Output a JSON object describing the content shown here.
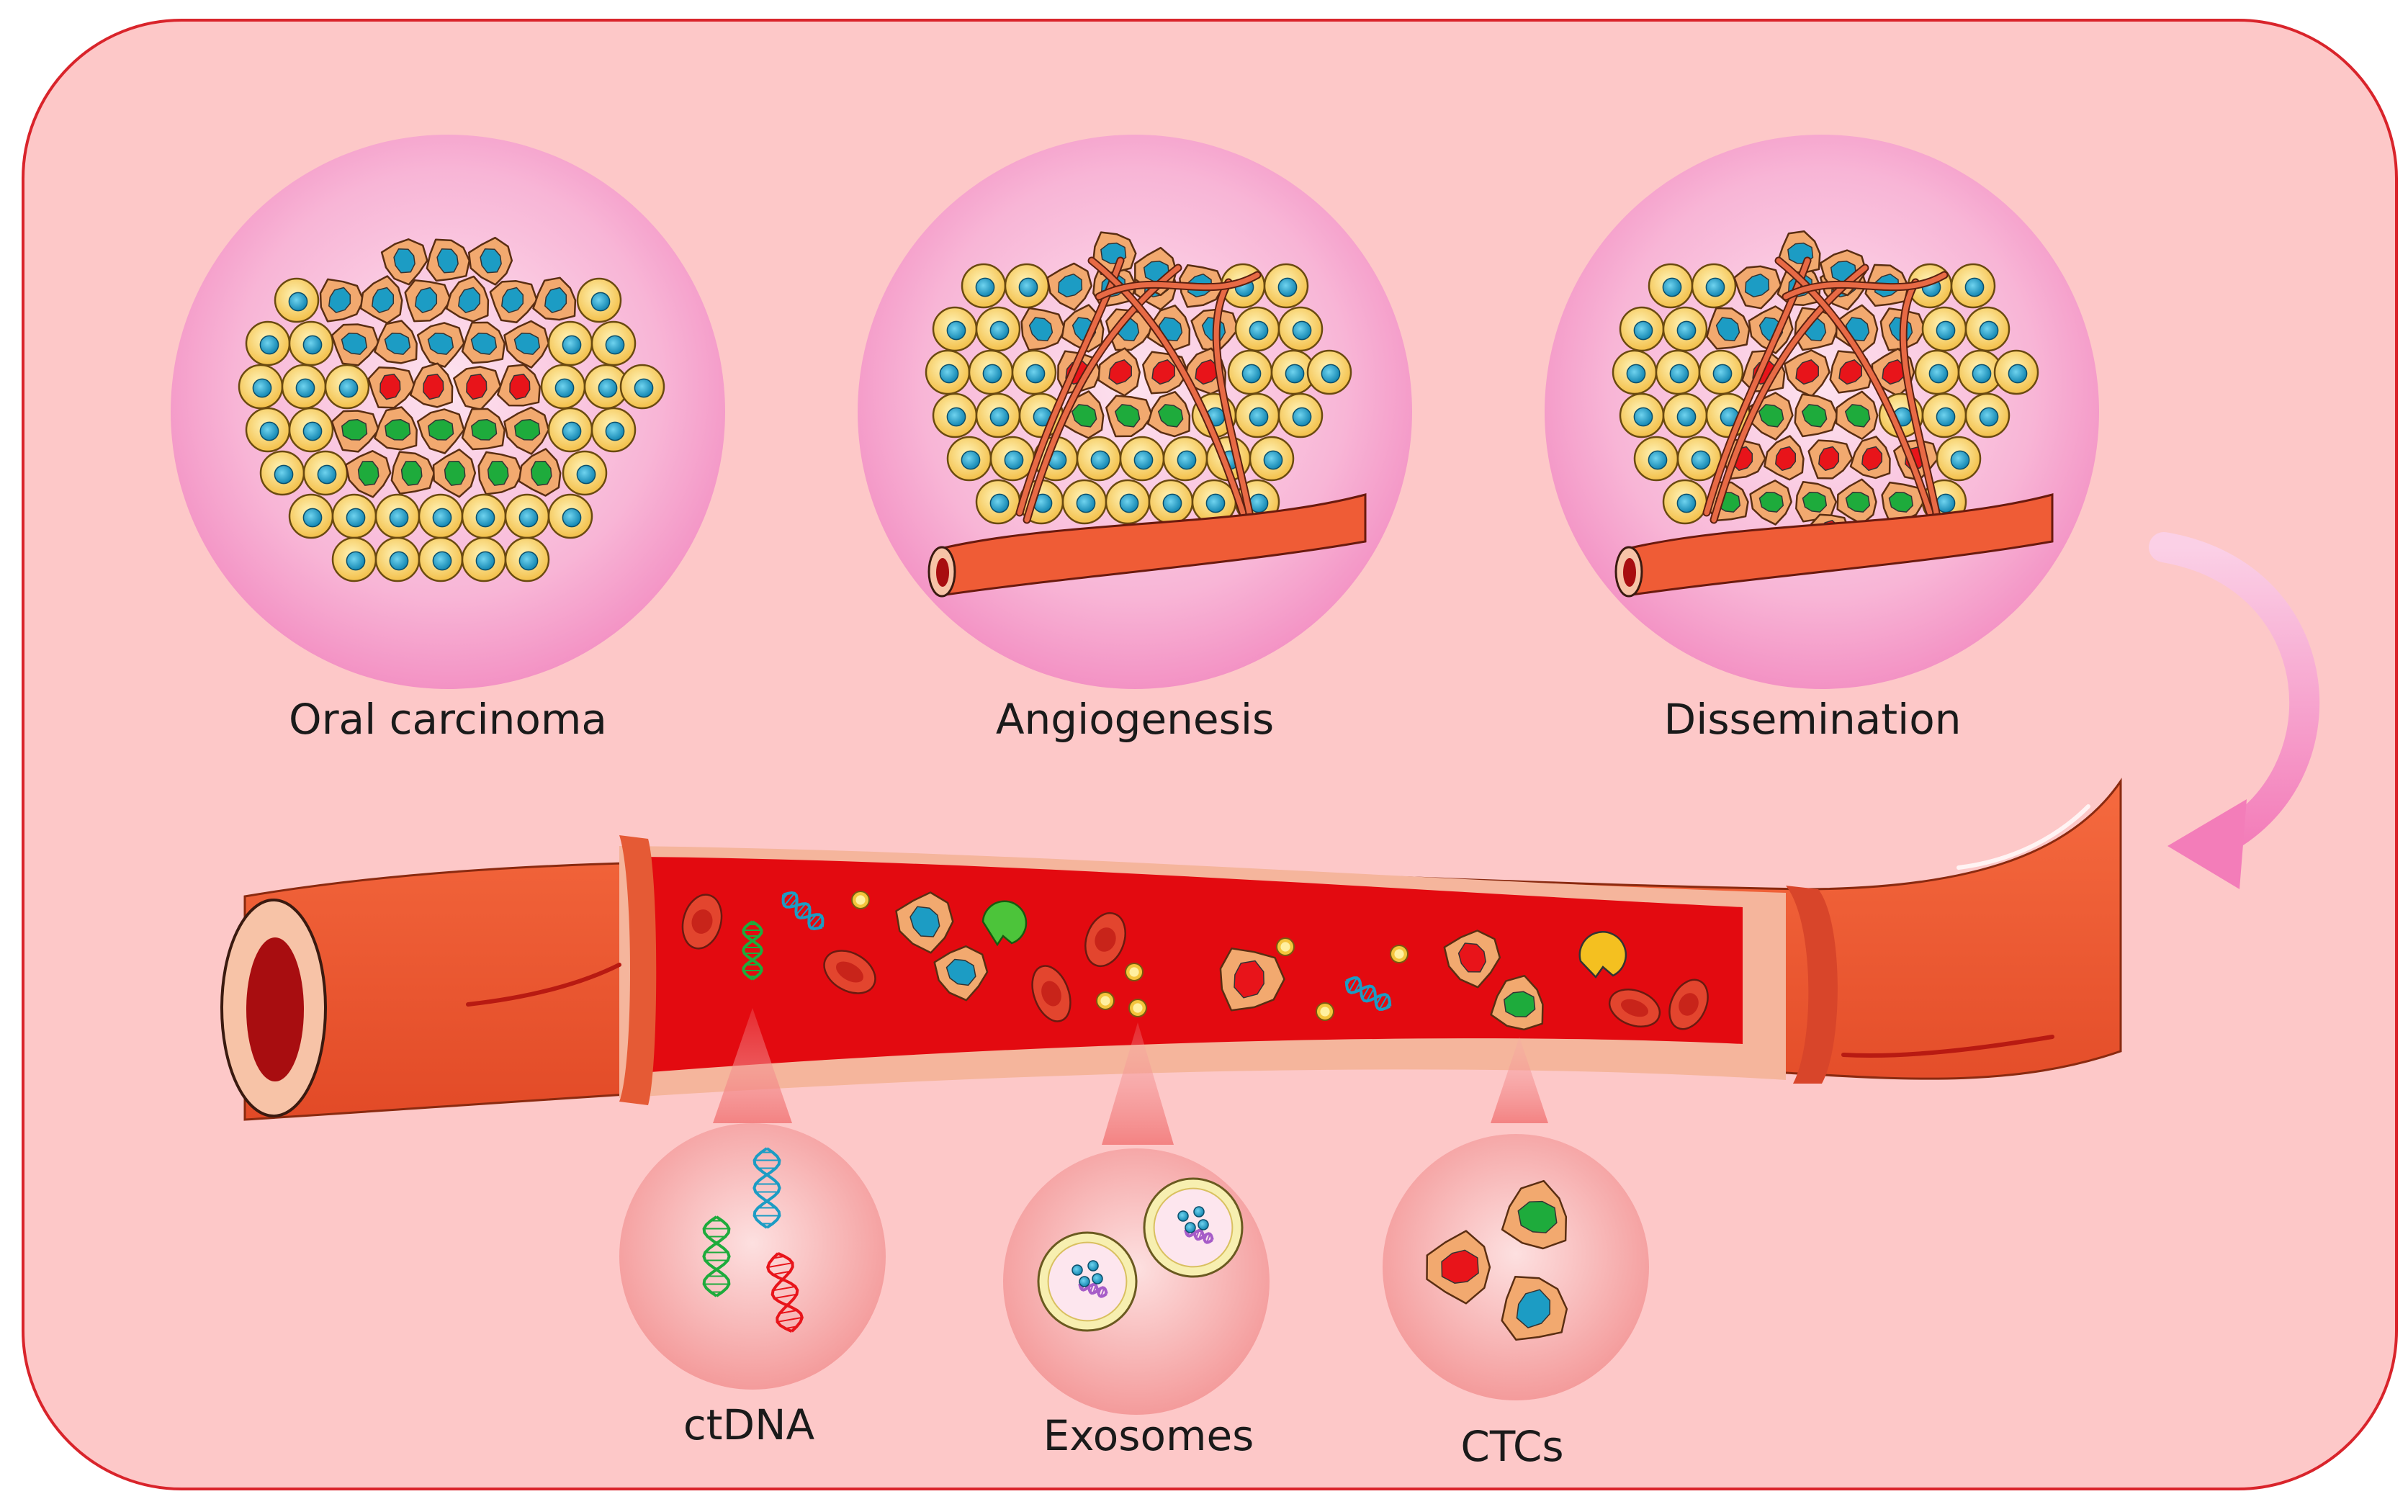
{
  "stages": [
    {
      "label": "Oral carcinoma"
    },
    {
      "label": "Angiogenesis"
    },
    {
      "label": "Dissemination"
    }
  ],
  "biomarkers": [
    {
      "label": "ctDNA"
    },
    {
      "label": "Exosomes"
    },
    {
      "label": "CTCs"
    }
  ],
  "colors": {
    "panel_fill": "#fdc8c8",
    "panel_border": "#d9242b",
    "circle_fill": "#f7a6cf",
    "normal_cell": "#f3c84a",
    "tumor_cell": "#f2a96f",
    "nucleus_blue": "#1c9cc4",
    "nucleus_red": "#e8141a",
    "nucleus_green": "#1eab3c",
    "vessel_wall": "#ef5c36",
    "blood": "#e4090f",
    "arrow": "#f58fc3"
  }
}
